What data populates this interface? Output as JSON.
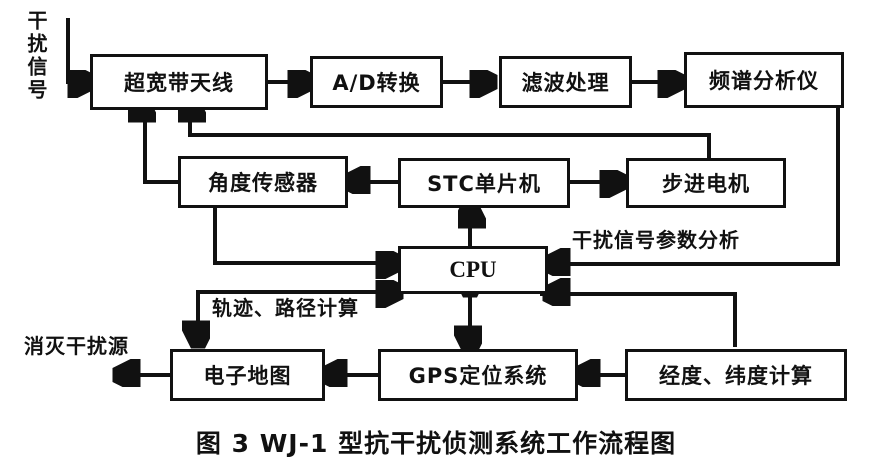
{
  "figure": {
    "caption": "图 3  WJ-1 型抗干扰侦测系统工作流程图"
  },
  "labels": {
    "input_signal": "干扰信号",
    "signal_param_analysis": "干扰信号参数分析",
    "trajectory_path_calc": "轨迹、路径计算",
    "eliminate_source": "消灭干扰源"
  },
  "nodes": {
    "antenna": "超宽带天线",
    "ad_convert": "A/D转换",
    "filter": "滤波处理",
    "spectrum_analyzer": "频谱分析仪",
    "angle_sensor": "角度传感器",
    "mcu": "STC单片机",
    "stepper_motor": "步进电机",
    "cpu": "CPU",
    "emap": "电子地图",
    "gps": "GPS定位系统",
    "lonlat_calc": "经度、纬度计算"
  },
  "colors": {
    "stroke": "#111111",
    "background": "#ffffff",
    "text": "#111111"
  }
}
